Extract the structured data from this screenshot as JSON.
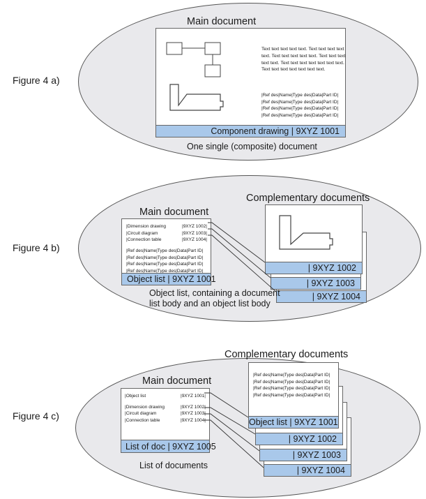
{
  "figures": {
    "a": {
      "label": "Figure 4 a)",
      "title": "Main document",
      "text_block": "Text text text text text. Text text text text text. Text text text text text. Text text text text text. Text text text text text text text. Text text text text text text text.",
      "ref_rows": [
        "|Ref des|Name|Type des|Data|Part ID|",
        "|Ref des|Name|Type des|Data|Part ID|",
        "|Ref des|Name|Type des|Data|Part ID|",
        "|Ref des|Name|Type des|Data|Part ID|"
      ],
      "bar": "Component drawing | 9XYZ 1001",
      "caption": "One single (composite) document"
    },
    "b": {
      "label": "Figure 4 b)",
      "title": "Main document",
      "comp_title": "Complementary documents",
      "doc_list": [
        {
          "name": "|Dimension drawing",
          "code": "|9XYZ 1002|"
        },
        {
          "name": "|Circuit diagram",
          "code": "|9XYZ 1003|"
        },
        {
          "name": "|Connection table",
          "code": "|9XYZ 1004|"
        }
      ],
      "ref_rows": [
        "|Ref des|Name|Type des|Data|Part ID|",
        "|Ref des|Name|Type des|Data|Part ID|",
        "|Ref des|Name|Type des|Data|Part ID|",
        "|Ref des|Name|Type des|Data|Part ID|"
      ],
      "bar": "Object list  | 9XYZ 1001",
      "caption_line1": "Object list, containing a document",
      "caption_line2": "list body and an object list body",
      "comp_bars": [
        "| 9XYZ 1002",
        "| 9XYZ 1003",
        "| 9XYZ 1004"
      ]
    },
    "c": {
      "label": "Figure 4 c)",
      "title": "Main document",
      "comp_title": "Complementary documents",
      "doc_list": [
        {
          "name": "|Object list",
          "code": "|9XYZ 1001|"
        },
        {
          "name": "|Dimension drawing",
          "code": "|9XYZ 1002|"
        },
        {
          "name": "|Circuit diagram",
          "code": "|9XYZ 1003|"
        },
        {
          "name": "|Connection table",
          "code": "|9XYZ 1004|"
        }
      ],
      "ref_rows": [
        "|Ref des|Name|Type des|Data|Part ID|",
        "|Ref des|Name|Type des|Data|Part ID|",
        "|Ref des|Name|Type des|Data|Part ID|",
        "|Ref des|Name|Type des|Data|Part ID|"
      ],
      "bar": "List of doc | 9XYZ 1005",
      "caption": "List of documents",
      "comp_bars": [
        "Object list  | 9XYZ 1001",
        "| 9XYZ 1002",
        "| 9XYZ 1003",
        "| 9XYZ 1004"
      ]
    }
  }
}
